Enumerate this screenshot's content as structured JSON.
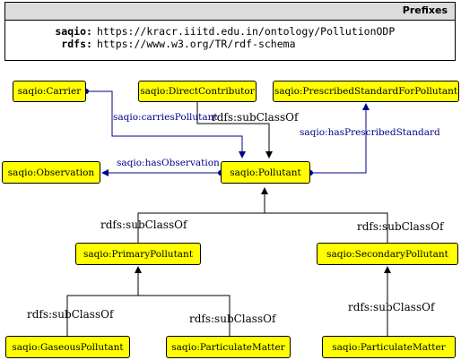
{
  "prefixes": {
    "title": "Prefixes",
    "rows": [
      {
        "key": "saqio",
        "value": "https://kracr.iiitd.edu.in/ontology/PollutionODP"
      },
      {
        "key": "rdfs",
        "value": "https://www.w3.org/TR/rdf-schema"
      }
    ]
  },
  "nodes": {
    "carrier": "saqio:Carrier",
    "direct_contributor": "saqio:DirectContributor",
    "prescribed_standard": "saqio:PrescribedStandardForPollutant",
    "observation": "saqio:Observation",
    "pollutant": "saqio:Pollutant",
    "primary_pollutant": "saqio:PrimaryPollutant",
    "secondary_pollutant": "saqio:SecondaryPollutant",
    "gaseous_pollutant": "saqio:GaseousPollutant",
    "particulate_matter_primary": "saqio:ParticulateMatter",
    "particulate_matter_secondary": "saqio:ParticulateMatter"
  },
  "edges": {
    "carries_pollutant": "saqio:carriesPollutant",
    "has_observation": "saqio:hasObservation",
    "has_prescribed_standard": "saqio:hasPrescribedStandard",
    "subclass_direct_contributor": "rdfs:subClassOf",
    "subclass_primary": "rdfs:subClassOf",
    "subclass_secondary": "rdfs:subClassOf",
    "subclass_gaseous": "rdfs:subClassOf",
    "subclass_pm_primary": "rdfs:subClassOf",
    "subclass_pm_secondary": "rdfs:subClassOf"
  },
  "colors": {
    "node_fill": "#ffff00",
    "object_property": "#00008b",
    "subclass": "#000000"
  }
}
